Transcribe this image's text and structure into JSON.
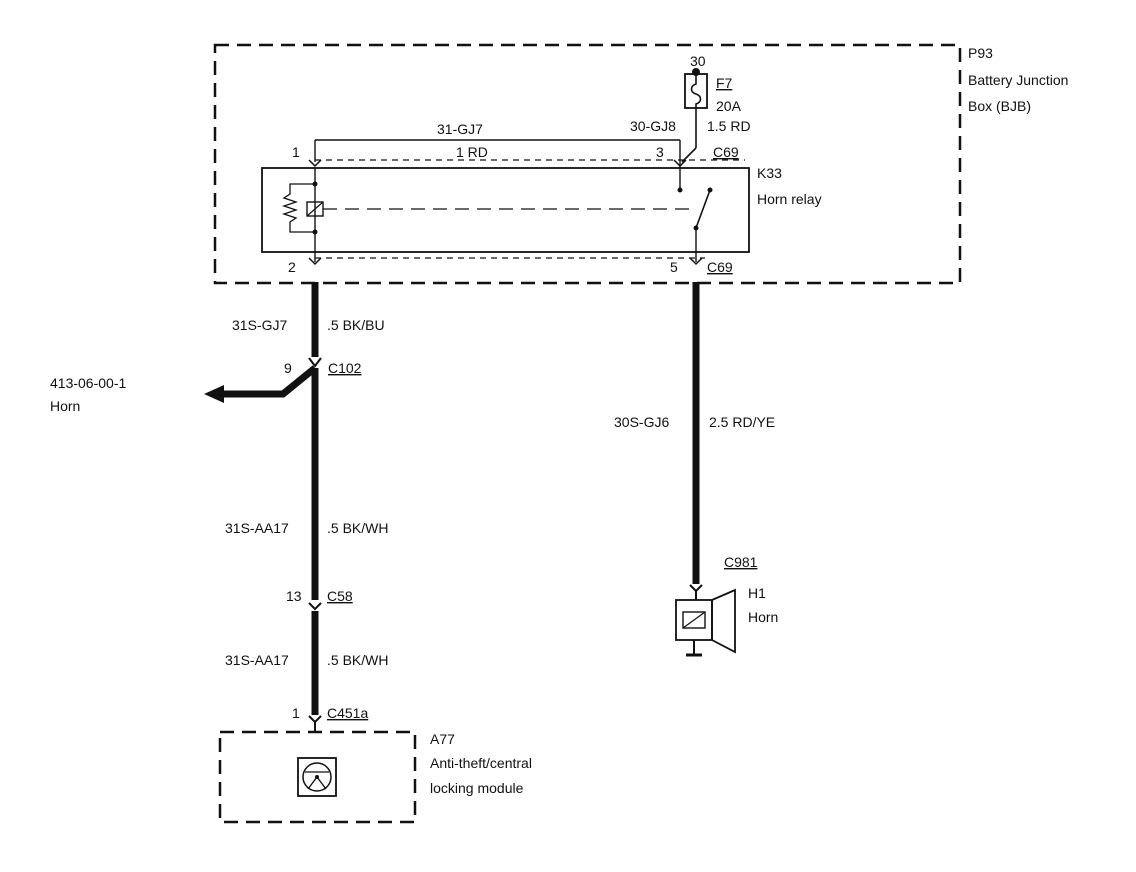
{
  "bjb": {
    "id": "P93",
    "name_line1": "Battery Junction",
    "name_line2": "Box (BJB)"
  },
  "fuse": {
    "id": "F7",
    "rating": "20A",
    "feed_terminal": "30",
    "wire_code": "30-GJ8",
    "wire_spec": "1.5 RD"
  },
  "relay": {
    "id": "K33",
    "name": "Horn relay",
    "connector_top": "C69",
    "connector_bottom": "C69",
    "pin_1": "1",
    "pin_2": "2",
    "pin_3": "3",
    "pin_5": "5",
    "wire_top_code": "31-GJ7",
    "wire_top_spec": "1 RD"
  },
  "left_branch": {
    "wire1_code": "31S-GJ7",
    "wire1_spec": ".5 BK/BU",
    "c102_pin": "9",
    "c102_name": "C102",
    "ref_code": "413-06-00-1",
    "ref_label": "Horn",
    "wire2_code": "31S-AA17",
    "wire2_spec": ".5 BK/WH",
    "c58_pin": "13",
    "c58_name": "C58",
    "wire3_code": "31S-AA17",
    "wire3_spec": ".5 BK/WH",
    "c451_pin": "1",
    "c451_name": "C451a"
  },
  "module": {
    "id": "A77",
    "name_line1": "Anti-theft/central",
    "name_line2": "locking module"
  },
  "right_branch": {
    "wire_code": "30S-GJ6",
    "wire_spec": "2.5 RD/YE",
    "connector": "C981",
    "horn_id": "H1",
    "horn_name": "Horn"
  }
}
